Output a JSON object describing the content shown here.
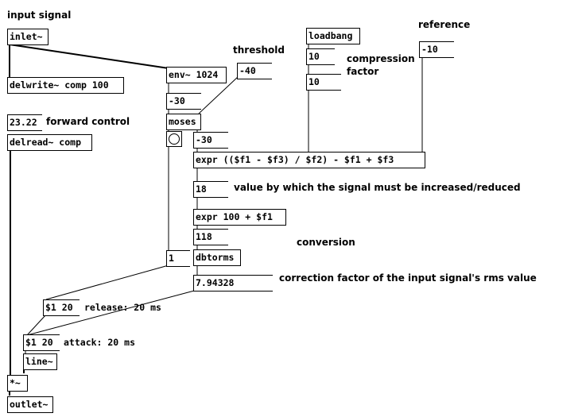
{
  "comments": {
    "input_signal": "input signal",
    "threshold": "threshold",
    "reference": "reference",
    "compression_factor_1": "compression",
    "compression_factor_2": "factor",
    "forward_control": "forward control",
    "value_note": "value by which the signal must be increased/reduced",
    "conversion": "conversion",
    "correction": "correction factor of the input signal's rms value"
  },
  "objects": {
    "inlet": "inlet~",
    "delwrite": "delwrite~ comp 100",
    "env": "env~ 1024",
    "loadbang": "loadbang",
    "delread": "delread~ comp",
    "moses": "moses",
    "expr1": "expr (($f1 - $f3) / $f2) - $f1 + $f3",
    "expr2": "expr 100 + $f1",
    "dbtorms": "dbtorms",
    "line": "line~",
    "mul": "*~",
    "outlet": "outlet~"
  },
  "numbers": {
    "threshold": "-40",
    "reference": "-10",
    "compression_a": "10",
    "compression_b": "10",
    "forward": "23.22",
    "env_out": "-30",
    "moses_out": "-30",
    "value18": "18",
    "value118": "118",
    "one": "1",
    "rms": "7.94328"
  },
  "messages": {
    "release_msg": "$1 20",
    "release_label": "release: 20 ms",
    "attack_msg": "$1 20",
    "attack_label": "attack: 20 ms"
  }
}
